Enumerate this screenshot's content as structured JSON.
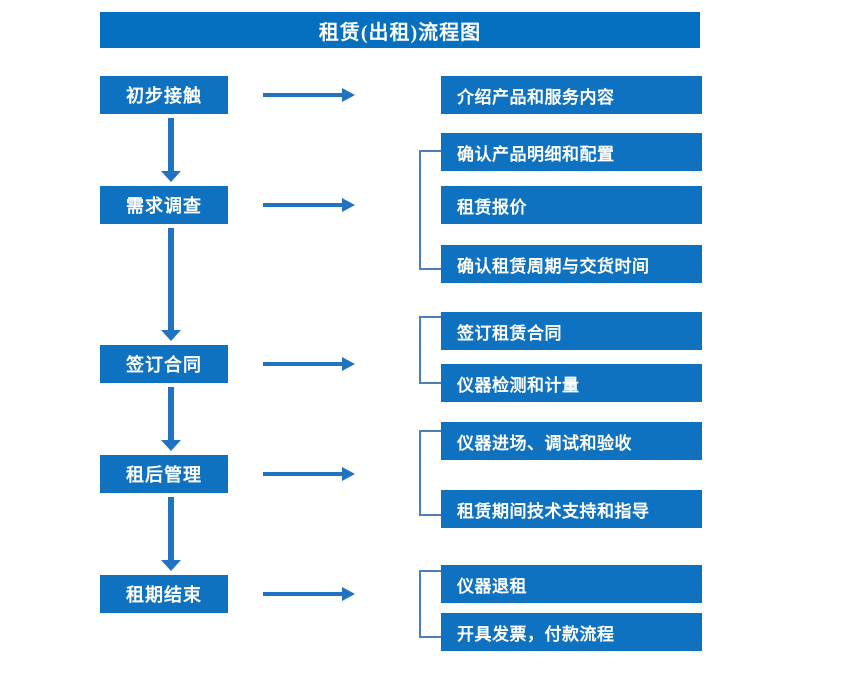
{
  "title": "租赁(出租)流程图",
  "colors": {
    "title_bar": "#0570C0",
    "box": "#0E72C0",
    "arrow": "#1F73C1",
    "bracket": "#4A7FBC",
    "box_text": "#FFFFFF",
    "background": "#FFFFFF"
  },
  "stages": [
    {
      "label": "初步接触"
    },
    {
      "label": "需求调查"
    },
    {
      "label": "签订合同"
    },
    {
      "label": "租后管理"
    },
    {
      "label": "租期结束"
    }
  ],
  "details": [
    {
      "label": "介绍产品和服务内容"
    },
    {
      "label": "确认产品明细和配置"
    },
    {
      "label": "租赁报价"
    },
    {
      "label": "确认租赁周期与交货时间"
    },
    {
      "label": "签订租赁合同"
    },
    {
      "label": "仪器检测和计量"
    },
    {
      "label": "仪器进场、调试和验收"
    },
    {
      "label": "租赁期间技术支持和指导"
    },
    {
      "label": "仪器退租"
    },
    {
      "label": "开具发票，付款流程"
    }
  ],
  "groups": [
    {
      "stage": "初步接触",
      "details": [
        "介绍产品和服务内容"
      ]
    },
    {
      "stage": "需求调查",
      "details": [
        "确认产品明细和配置",
        "租赁报价",
        "确认租赁周期与交货时间"
      ]
    },
    {
      "stage": "签订合同",
      "details": [
        "签订租赁合同",
        "仪器检测和计量"
      ]
    },
    {
      "stage": "租后管理",
      "details": [
        "仪器进场、调试和验收",
        "租赁期间技术支持和指导"
      ]
    },
    {
      "stage": "租期结束",
      "details": [
        "仪器退租",
        "开具发票，付款流程"
      ]
    }
  ]
}
